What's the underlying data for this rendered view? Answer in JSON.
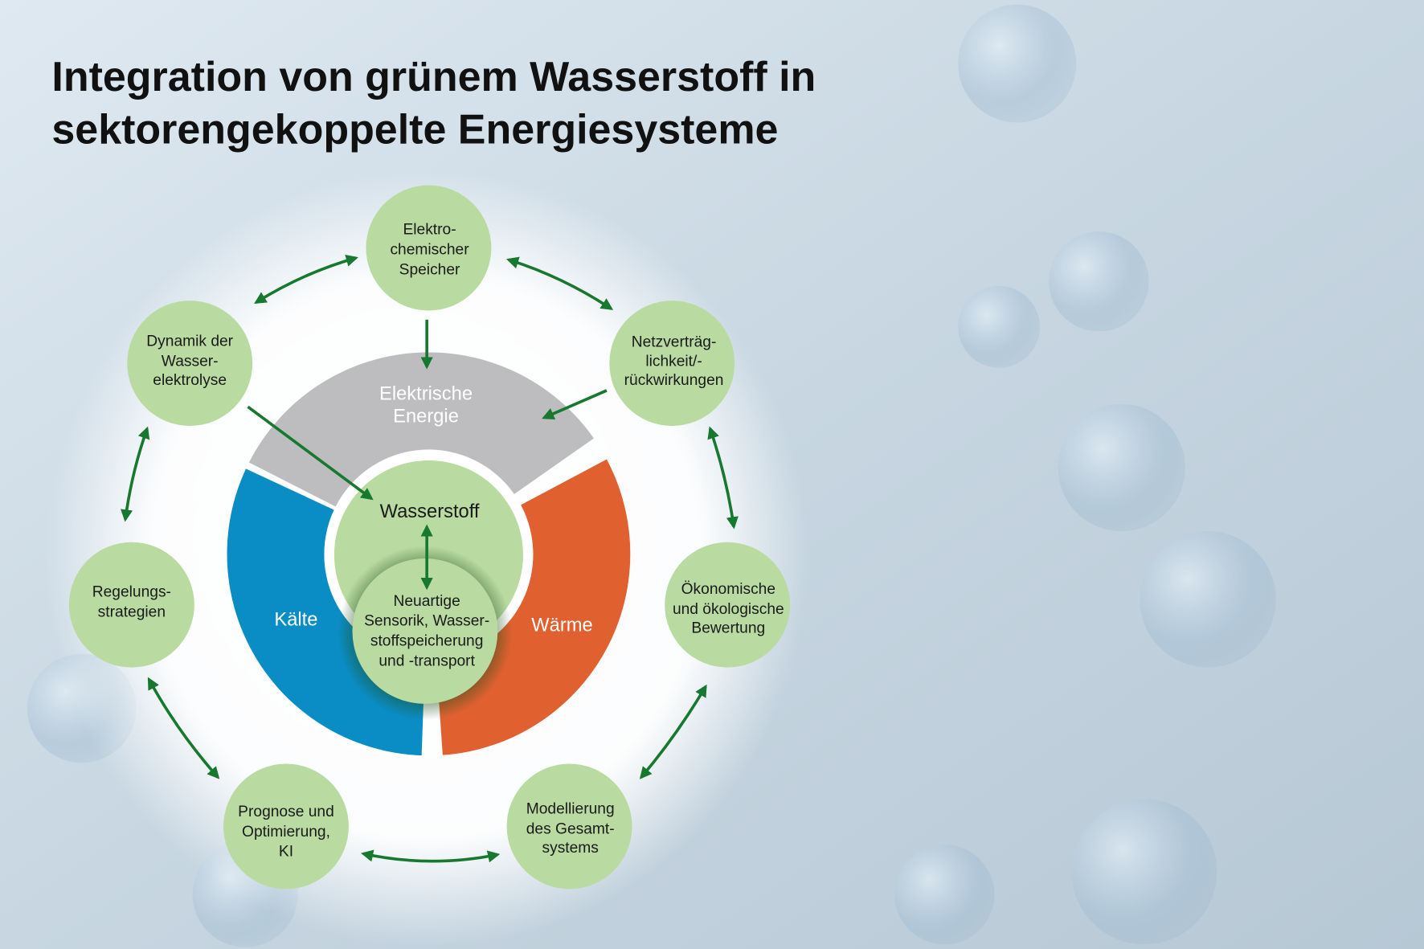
{
  "title": {
    "line1": "Integration von grünem Wasserstoff in",
    "line2": "sektorengekoppelte Energiesysteme"
  },
  "ring": {
    "electric": {
      "line1": "Elektrische",
      "line2": "Energie",
      "color": "#bdbdbf"
    },
    "cold": {
      "label": "Kälte",
      "color": "#0a8dc5"
    },
    "heat": {
      "label": "Wärme",
      "color": "#e06030"
    }
  },
  "core": {
    "hydrogen": "Wasserstoff",
    "sensor": {
      "line1": "Neuartige",
      "line2": "Sensorik, Wasser-",
      "line3": "stoffspeicherung",
      "line4": "und -transport"
    }
  },
  "nodes": {
    "storage": {
      "line1": "Elektro-",
      "line2": "chemischer",
      "line3": "Speicher"
    },
    "grid": {
      "line1": "Netzverträg-",
      "line2": "lichkeit/-",
      "line3": "rückwirkungen"
    },
    "economics": {
      "line1": "Ökonomische",
      "line2": "und ökologische",
      "line3": "Bewertung"
    },
    "modelling": {
      "line1": "Modellierung",
      "line2": "des Gesamt-",
      "line3": "systems"
    },
    "forecast": {
      "line1": "Prognose und",
      "line2": "Optimierung,",
      "line3": "KI"
    },
    "control": {
      "line1": "Regelungs-",
      "line2": "strategien"
    },
    "dynamics": {
      "line1": "Dynamik der",
      "line2": "Wasser-",
      "line3": "elektrolyse"
    }
  },
  "colors": {
    "node": "#b9dba2",
    "arrow": "#17782f"
  }
}
